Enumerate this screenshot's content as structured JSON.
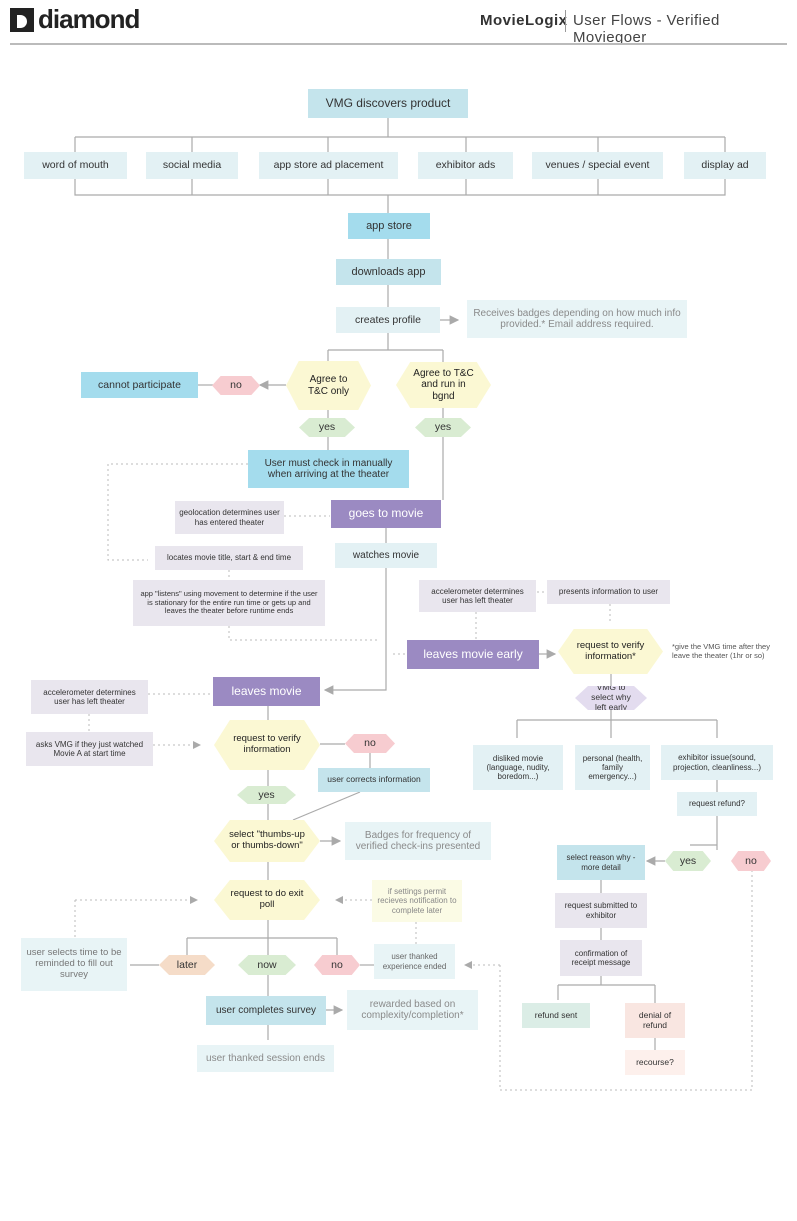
{
  "header": {
    "logo_text": "diamond",
    "app_name": "MovieLogix",
    "flow_title": "User Flows - Verified Moviegoer"
  },
  "nodes": {
    "discover": "VMG discovers product",
    "word_of_mouth": "word of mouth",
    "social_media": "social media",
    "app_store_ad": "app store ad placement",
    "exhibitor_ads": "exhibitor ads",
    "venues": "venues / special event",
    "display_ad": "display ad",
    "app_store": "app store",
    "downloads_app": "downloads app",
    "creates_profile": "creates profile",
    "badges_profile_note": "Receives badges depending on how much info provided.*  Email address required.",
    "cannot_participate": "cannot participate",
    "no_1": "no",
    "agree_tc_only": "Agree to T&C only",
    "agree_tc_bgnd": "Agree to T&C and run in bgnd",
    "yes_1": "yes",
    "yes_2": "yes",
    "manual_checkin": "User must check in manually when arriving at the theater",
    "geolocation": "geolocation determines user has entered theater",
    "goes_to_movie": "goes to movie",
    "locates_movie": "locates movie title, start & end time",
    "watches_movie": "watches movie",
    "app_listens": "app \"listens\" using movement to determine if the user is stationary for the entire run time or gets up and leaves the theater  before runtime ends",
    "accel_left_right": "accelerometer determines user has left theater",
    "presents_info": "presents information to user",
    "leaves_early": "leaves movie early",
    "verify_info_right": "request to verify information*",
    "vmg_time_note": "*give the VMG time after they leave the theater (1hr or so)",
    "vmg_select_reason": "VMG to select why left early",
    "accel_left_left": "accelerometer determines user has left theater",
    "leaves_movie": "leaves movie",
    "asks_vmg": "asks VMG if they just watched Movie A at start time",
    "verify_info_left": "request to verify information",
    "no_2": "no",
    "user_corrects": "user corrects information",
    "yes_3": "yes",
    "disliked_movie": "disliked movie (language, nudity, boredom...)",
    "personal": "personal (health, family emergency...)",
    "exhibitor_issue": "exhibitor issue(sound, projection, cleanliness...)",
    "request_refund": "request refund?",
    "thumbs": "select \"thumbs-up or thumbs-down\"",
    "badges_checkins": "Badges for frequency of verified check-ins presented",
    "select_reason": "select reason why -more detail",
    "yes_4": "yes",
    "no_3": "no",
    "exit_poll": "request to do exit poll",
    "settings_permit": "if settings permit recieves notification to complete later",
    "request_submitted": "request submitted to exhibitor",
    "user_selects_time": "user selects time to be reminded to fill out survey",
    "later": "later",
    "now": "now",
    "no_4": "no",
    "thanked_experience": "user thanked experience ended",
    "confirmation": "confirmation of receipt message",
    "completes_survey": "user completes survey",
    "rewarded": "rewarded based on complexity/completion*",
    "refund_sent": "refund sent",
    "denial": "denial of refund",
    "thanked_session": "user thanked session ends",
    "recourse": "recourse?"
  }
}
